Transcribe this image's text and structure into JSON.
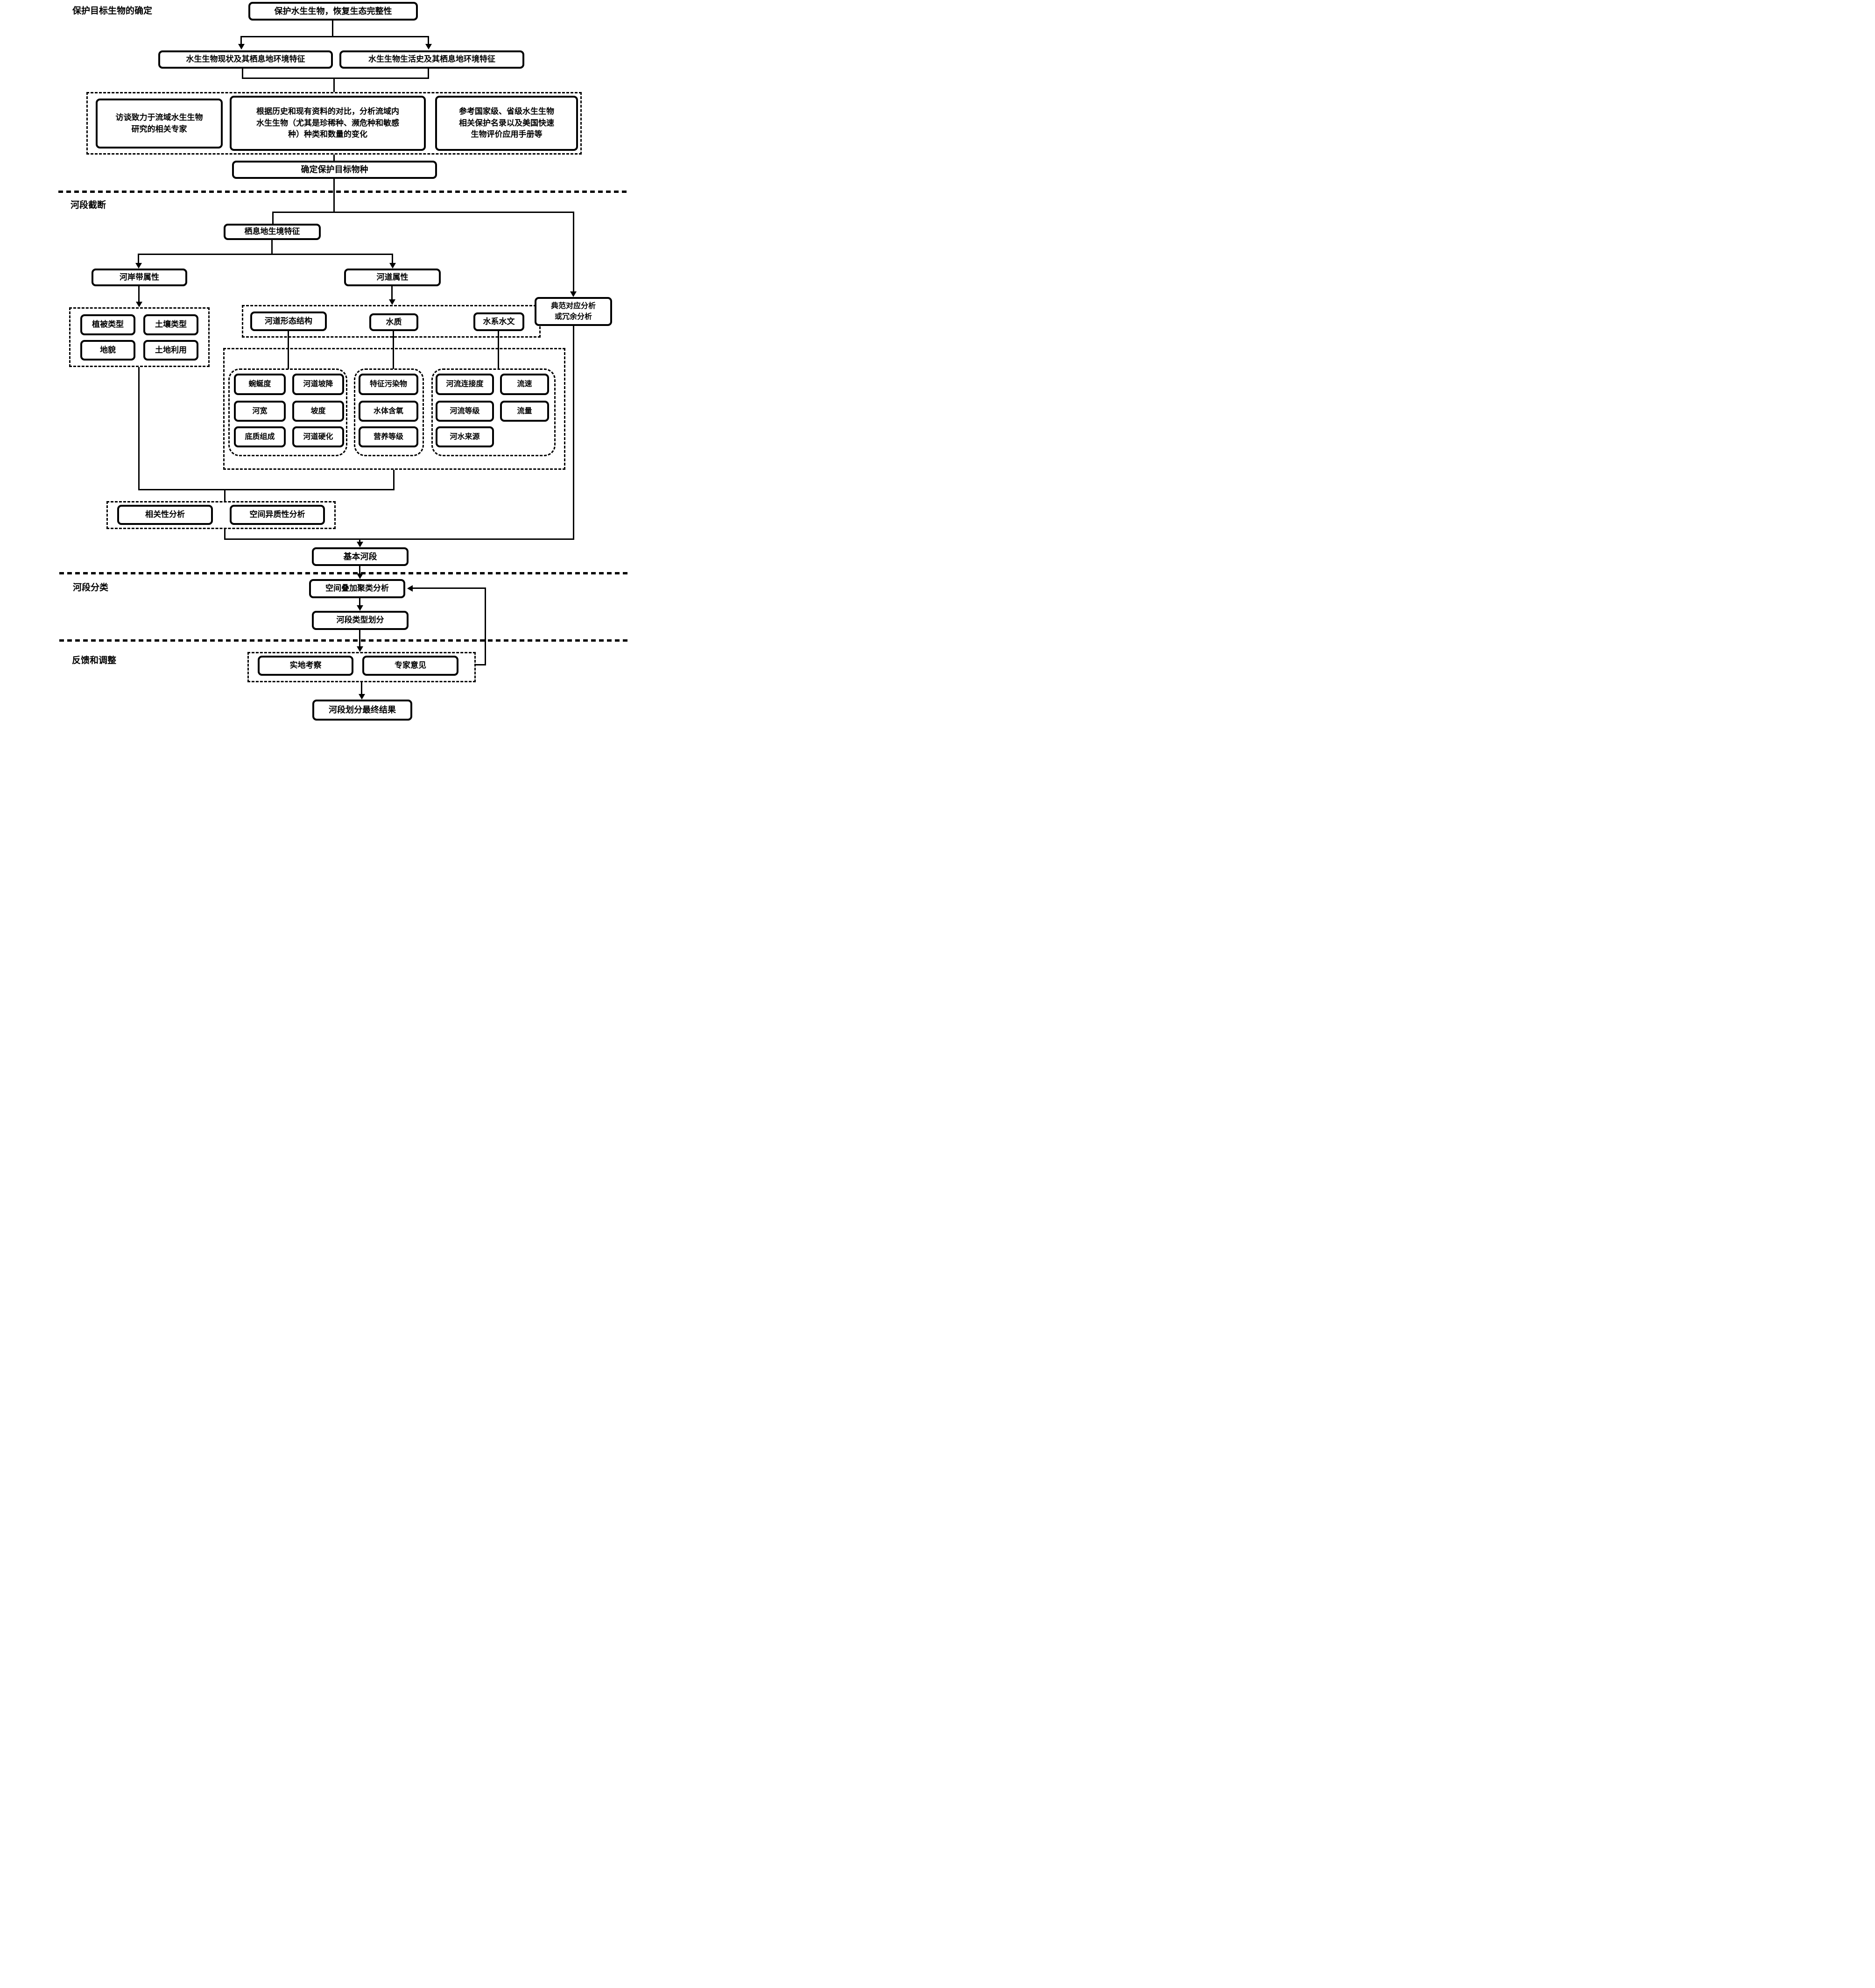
{
  "section_labels": {
    "s1": "保护目标生物的确定",
    "s2": "河段截断",
    "s3": "河段分类",
    "s4": "反馈和调整"
  },
  "nodes": {
    "goal": "保护水生生物，恢复生态完整性",
    "current_status": "水生生物现状及其栖息地环境特征",
    "life_history": "水生生物生活史及其栖息地环境特征",
    "interview": "访谈致力于流域水生生物\n研究的相关专家",
    "compare": "根据历史和现有资料的对比，分析流域内\n水生生物（尤其是珍稀种、濒危种和敏感\n种）种类和数量的变化",
    "reference": "参考国家级、省级水生生物\n相关保护名录以及美国快速\n生物评价应用手册等",
    "target": "确定保护目标物种",
    "habitat": "栖息地生境特征",
    "riparian": "河岸带属性",
    "channel": "河道属性",
    "vegetation": "植被类型",
    "soil": "土壤类型",
    "landform": "地貌",
    "landuse": "土地利用",
    "morphology": "河道形态结构",
    "water_quality": "水质",
    "hydrology": "水系水文",
    "sinuosity": "蜿蜒度",
    "channel_slope_drop": "河道坡降",
    "river_width": "河宽",
    "slope": "坡度",
    "substrate": "底质组成",
    "hardening": "河道硬化",
    "pollutants": "特征污染物",
    "oxygen": "水体含氧",
    "trophic_level": "营养等级",
    "connectivity": "河流连接度",
    "velocity": "流速",
    "river_order": "河流等级",
    "discharge": "流量",
    "water_source": "河水来源",
    "cca": "典范对应分析\n或冗余分析",
    "correlation": "相关性分析",
    "heterogeneity": "空间异质性分析",
    "basic_reach": "基本河段",
    "overlay_cluster": "空间叠加聚类分析",
    "reach_type": "河段类型划分",
    "fieldwork": "实地考察",
    "expert_opinion": "专家意见",
    "final_result": "河段划分最终结果"
  }
}
